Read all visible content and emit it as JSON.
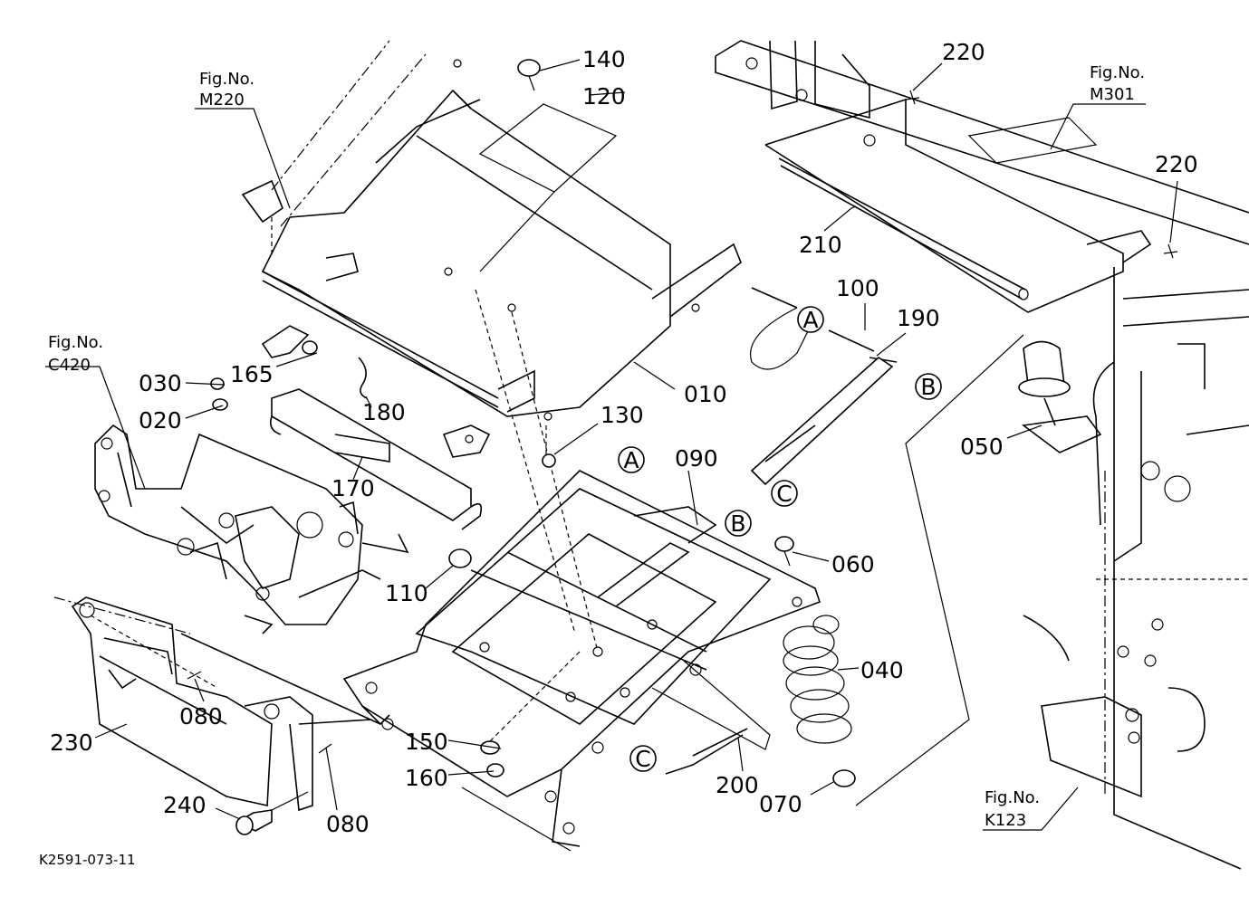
{
  "drawing_code": "K2591-073-11",
  "fig_refs": [
    {
      "line1": "Fig.No.",
      "line2": "M220"
    },
    {
      "line1": "Fig.No.",
      "line2": "M301"
    },
    {
      "line1": "Fig.No.",
      "line2": "C420"
    },
    {
      "line1": "Fig.No.",
      "line2": "K123"
    }
  ],
  "parts": [
    "010",
    "020",
    "030",
    "040",
    "050",
    "060",
    "070",
    "080",
    "080",
    "090",
    "100",
    "110",
    "120",
    "130",
    "140",
    "150",
    "160",
    "165",
    "170",
    "180",
    "190",
    "200",
    "210",
    "220",
    "220",
    "230",
    "240"
  ],
  "connectors": [
    "A",
    "A",
    "B",
    "B",
    "C",
    "C"
  ]
}
